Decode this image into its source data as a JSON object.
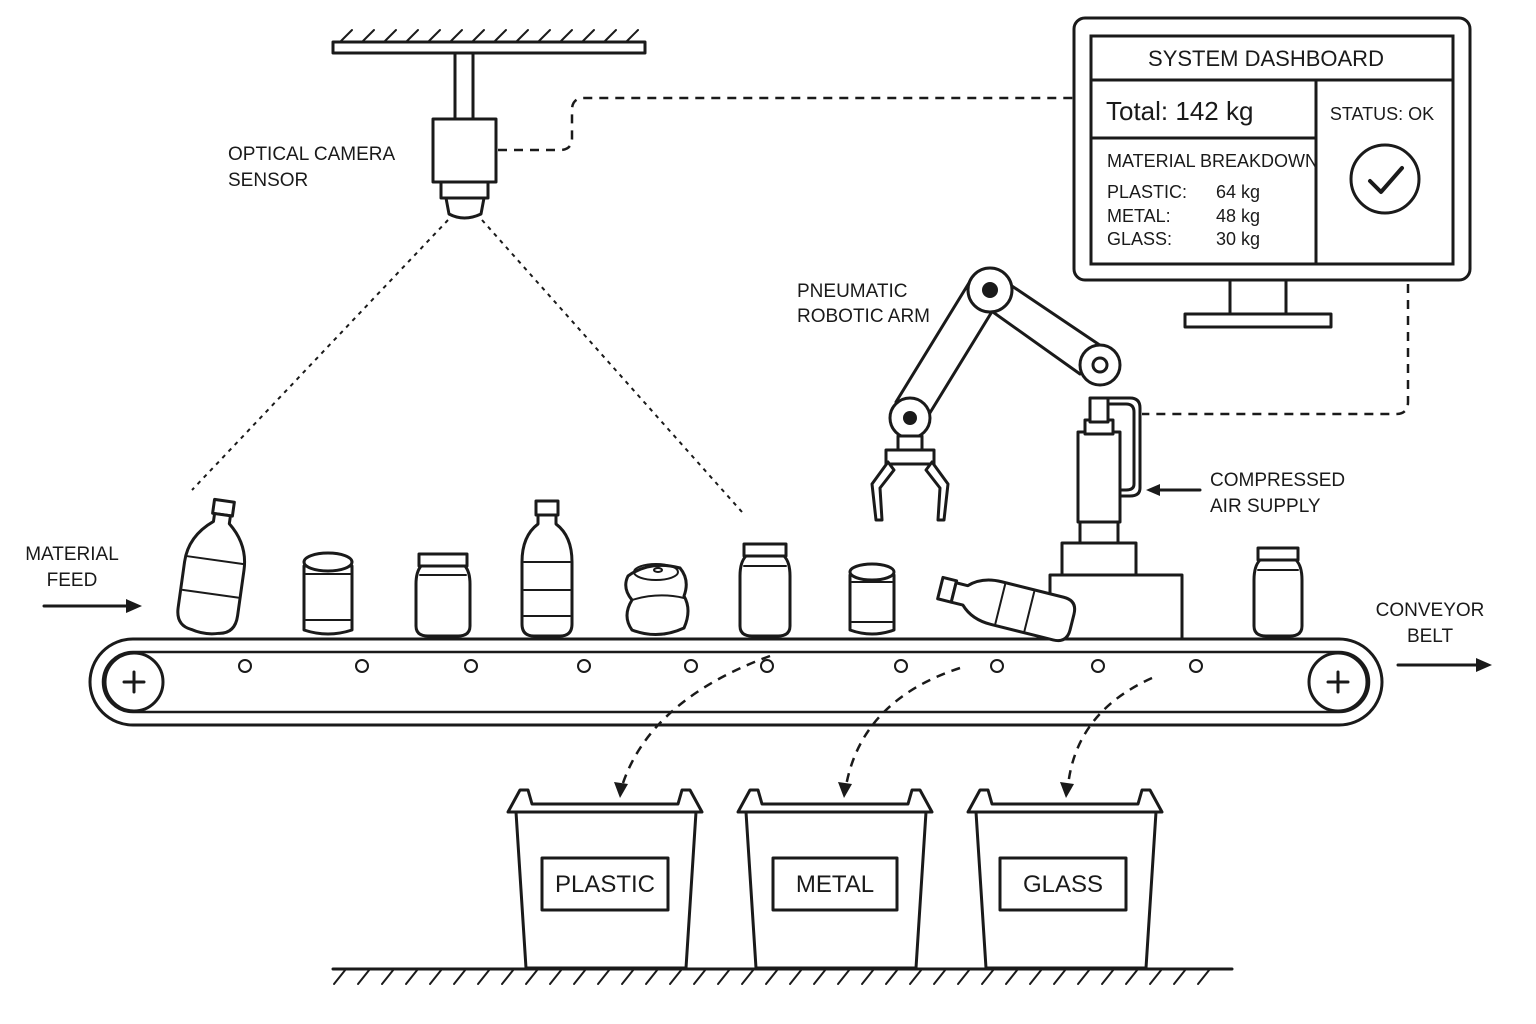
{
  "labels": {
    "camera": [
      "OPTICAL CAMERA",
      "SENSOR"
    ],
    "arm": [
      "PNEUMATIC",
      "ROBOTIC ARM"
    ],
    "air": [
      "COMPRESSED",
      "AIR SUPPLY"
    ],
    "feed": [
      "MATERIAL",
      "FEED"
    ],
    "belt": [
      "CONVEYOR",
      "BELT"
    ]
  },
  "dashboard": {
    "title": "SYSTEM DASHBOARD",
    "total": "Total: 142 kg",
    "status": "STATUS: OK",
    "breakdown_title": "MATERIAL BREAKDOWN",
    "rows": [
      {
        "material": "PLASTIC:",
        "amount": "64 kg"
      },
      {
        "material": "METAL:",
        "amount": "48 kg"
      },
      {
        "material": "GLASS:",
        "amount": "30 kg"
      }
    ],
    "status_icon": "checkmark-icon"
  },
  "bins": [
    {
      "label": "PLASTIC"
    },
    {
      "label": "METAL"
    },
    {
      "label": "GLASS"
    }
  ]
}
